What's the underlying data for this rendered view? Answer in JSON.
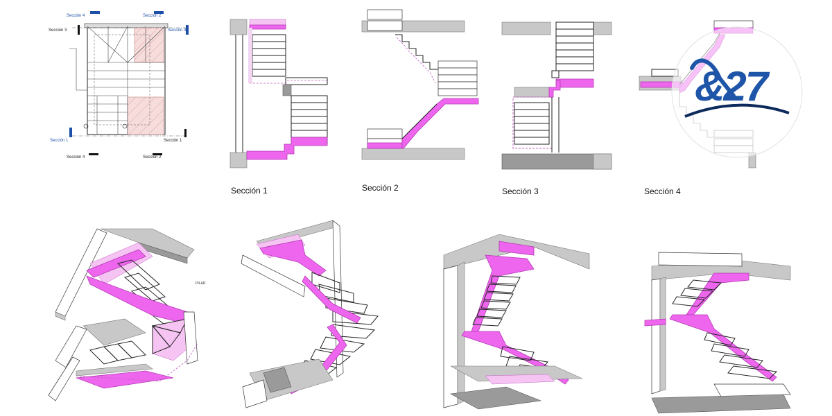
{
  "sections": [
    {
      "label": "Sección 1"
    },
    {
      "label": "Sección 2"
    },
    {
      "label": "Sección 3"
    },
    {
      "label": "Sección 4"
    }
  ],
  "plan": {
    "tags": {
      "s4_top": "Sección 4",
      "s2_top": "Sección 2",
      "s3_left": "Sección 3",
      "s3_right": "Sección 3",
      "s1_left": "Sección 1",
      "s1_right": "Sección 1",
      "s4_bottom": "Sección 4",
      "s2_bottom": "Sección 2"
    }
  },
  "iso_labels": {
    "pilar": "PILAR"
  },
  "logo": {
    "text": "&27"
  },
  "colors": {
    "structure_pink": "#ee66ee",
    "section_marker_blue": "#1e4fa8",
    "concrete_grey": "#c8c8c8"
  }
}
